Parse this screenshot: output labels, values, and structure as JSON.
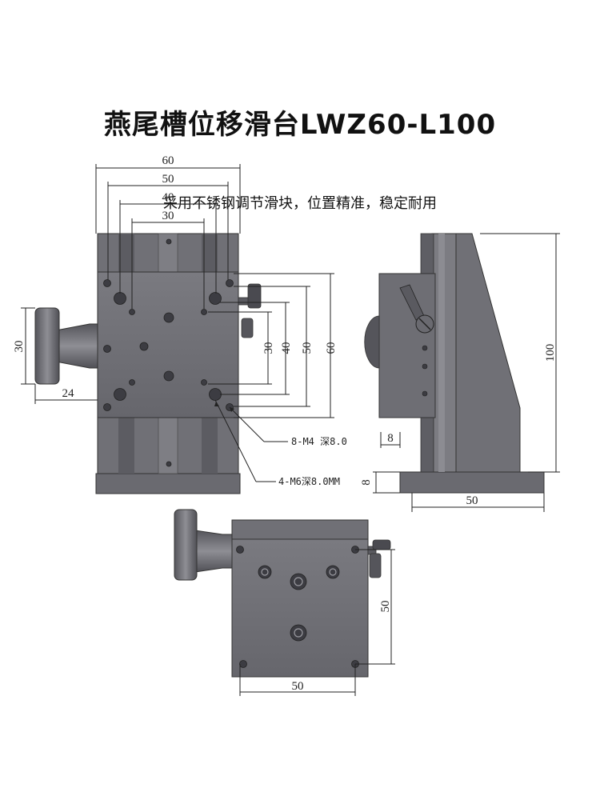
{
  "title": "燕尾槽位移滑台LWZ60-L100",
  "subtitle": "采用不锈钢调节滑块，位置精准，稳定耐用",
  "dimensions": {
    "top_60": "60",
    "top_50": "50",
    "top_40": "40",
    "top_30": "30",
    "right_30": "30",
    "right_40": "40",
    "right_50": "50",
    "right_60": "60",
    "knob_30": "30",
    "knob_24": "24",
    "side_100": "100",
    "side_8_h": "8",
    "side_8_v": "8",
    "side_50": "50",
    "bottom_50_v": "50",
    "bottom_50_h": "50"
  },
  "labels": {
    "m4": "8-M4 深8.0",
    "m6": "4-M6深8.0MM"
  },
  "colors": {
    "metal": "#6c6c72",
    "metal_dark": "#4f4f55",
    "metal_light": "#8a8a90",
    "line": "#222222"
  }
}
